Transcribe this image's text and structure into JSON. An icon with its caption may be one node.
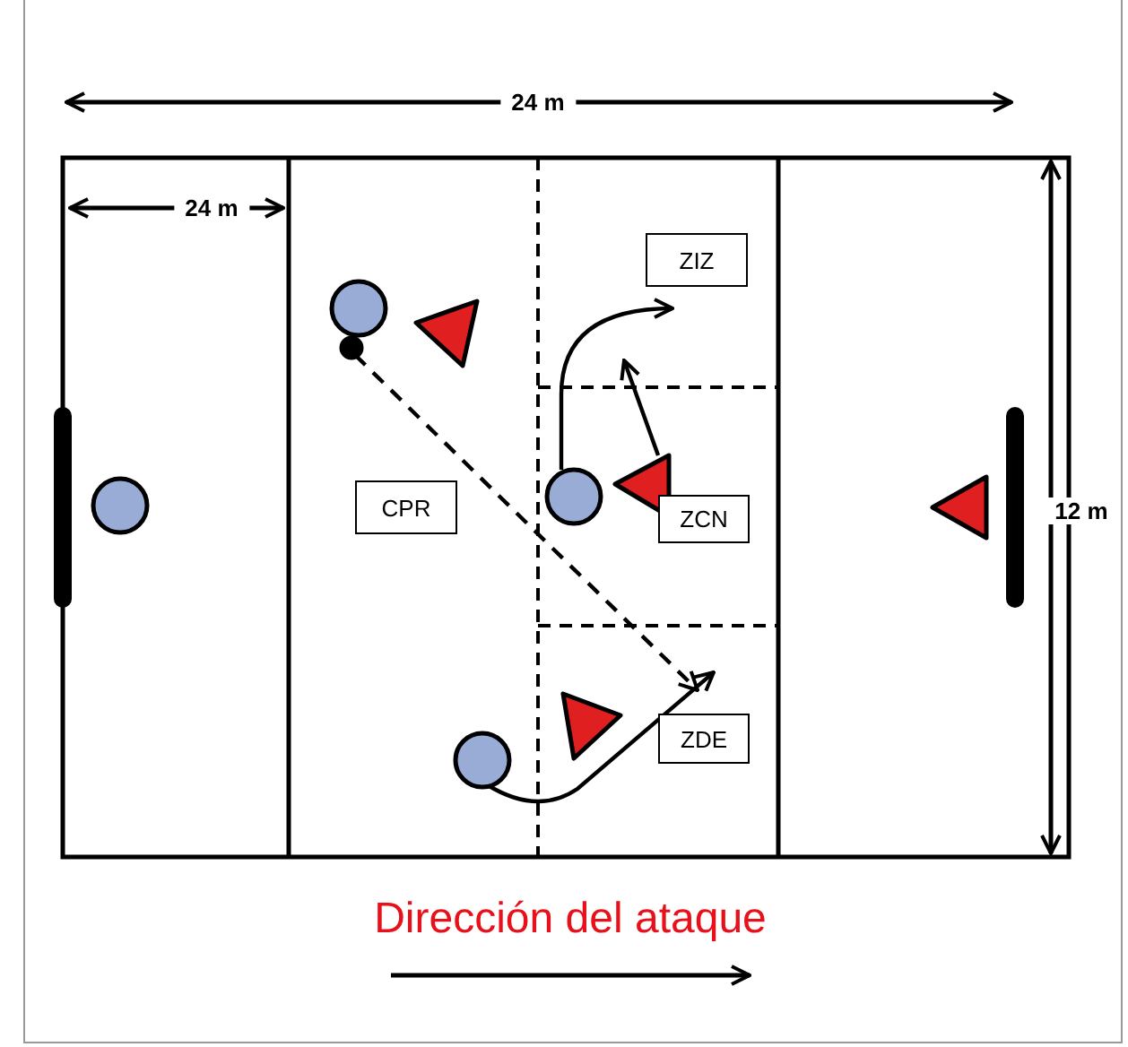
{
  "diagram": {
    "nodes": [
      {
        "text": [
          "CPR"
        ]
      },
      {
        "text": [
          "ZIZ"
        ]
      },
      {
        "text": [
          "ZCN"
        ]
      },
      {
        "text": [
          "ZDE"
        ]
      },
      {
        "text": [],
        "shape": "circle"
      },
      {
        "text": [],
        "shape": "circle"
      },
      {
        "text": [],
        "shape": "circle"
      },
      {
        "text": [],
        "shape": "circle"
      },
      {
        "text": [],
        "shape": "circle"
      },
      {
        "text": [],
        "shape": "triangle"
      },
      {
        "text": [],
        "shape": "triangle"
      },
      {
        "text": [],
        "shape": "triangle"
      },
      {
        "text": [],
        "shape": "triangle"
      }
    ],
    "edges": [
      {
        "from": 6,
        "to": 3,
        "arrow": "to",
        "style": "dashed"
      },
      {
        "from": 7,
        "to": 1,
        "arrow": "to"
      },
      {
        "from": 11,
        "to": null,
        "arrow": "to"
      },
      {
        "from": 8,
        "to": 3,
        "arrow": "to"
      }
    ],
    "labels": [
      "24 m",
      "24 m",
      "12 m",
      "Dirección del ataque"
    ]
  }
}
